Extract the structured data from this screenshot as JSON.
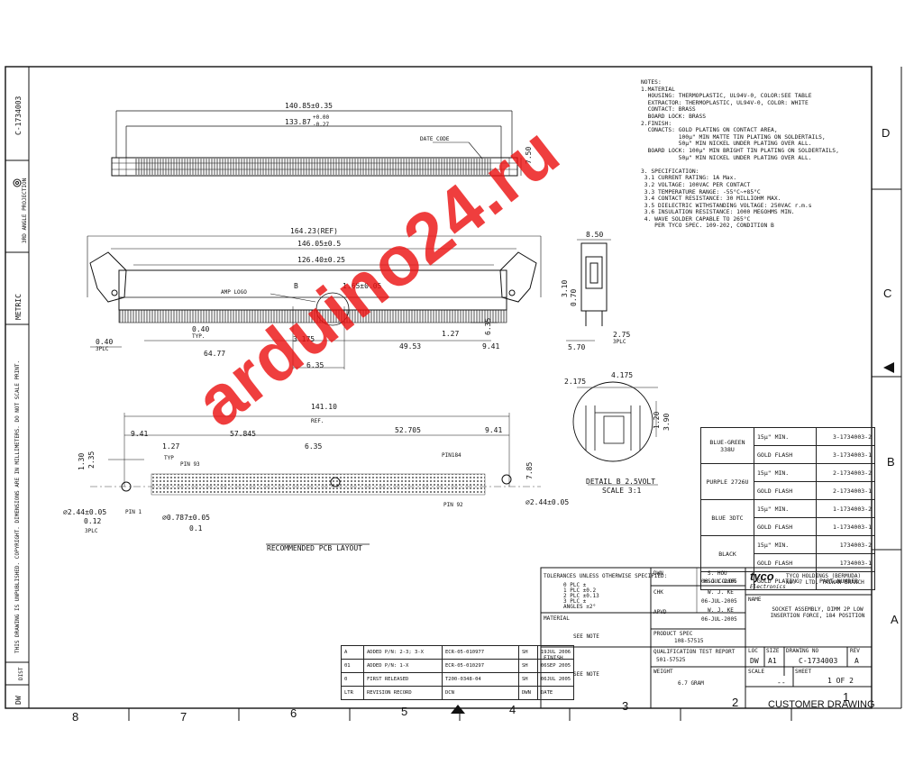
{
  "side_strip": {
    "part_number": "C-1734003",
    "projection": "3RD ANGLE PROJECTION",
    "units": "METRIC",
    "proprietary_note": "THIS DRAWING IS UNPUBLISHED. COPYRIGHT. DIMENSIONS ARE IN MILLIMETERS. DO NOT SCALE PRINT.",
    "dwg_label": "DW",
    "dist_label": "DIST"
  },
  "grid": {
    "rows_right": [
      "D",
      "C",
      "B",
      "A"
    ],
    "cols_bottom": [
      "8",
      "7",
      "6",
      "5",
      "4",
      "3",
      "2",
      "1"
    ]
  },
  "top_view": {
    "dim_overall": "140.85±0.35",
    "dim_inner": "133.87",
    "dim_inner_tol_plus": "+0.00",
    "dim_inner_tol_minus": "-0.27",
    "date_code": "DATE CODE",
    "height": "7.50"
  },
  "front_view": {
    "ref": "164.23(REF)",
    "d1": "146.05±0.5",
    "d2": "126.40±0.25",
    "amp_logo": "AMP LOGO",
    "detail_b": "B",
    "d3": "1.65±0.05",
    "d4": "0.40",
    "typ": "TYP.",
    "d5": "3.175",
    "d6": "1.27",
    "d7": "49.53",
    "d8": "64.77",
    "d9": "6.35",
    "d10": "0.40",
    "splc": "3PLC",
    "d11": "6.35",
    "d12": "9.41"
  },
  "side_view": {
    "d1": "8.50",
    "d2": "3.10",
    "d3": "0.70",
    "d4": "2.75",
    "splc": "3PLC",
    "d5": "5.70"
  },
  "pcb_layout": {
    "total": "141.10",
    "ref": "REF.",
    "d1": "9.41",
    "d2": "57.845",
    "d3": "52.705",
    "d4": "9.41",
    "d5": "1.27",
    "typ": "TYP",
    "d6": "6.35",
    "pin93": "PIN 93",
    "pin184": "PIN184",
    "pin1": "PIN 1",
    "pin92": "PIN 92",
    "d7": "1.30",
    "d8": "2.35",
    "d9": "7.85",
    "hole1": "⌀2.44±0.05",
    "tol1": "0.12",
    "splc": "3PLC",
    "hole2": "⌀0.787±0.05",
    "tol2": "0.1",
    "hole3": "⌀2.44±0.05",
    "caption": "RECOMMENDED PCB LAYOUT"
  },
  "detail_b": {
    "d1": "2.175",
    "d2": "4.175",
    "d3": "1.20",
    "d4": "3.90",
    "caption": "DETAIL B 2.5VOLT",
    "scale": "SCALE 3:1"
  },
  "notes": "NOTES:\n1.MATERIAL\n  HOUSING: THERMOPLASTIC, UL94V-0, COLOR:SEE TABLE\n  EXTRACTOR: THERMOPLASTIC, UL94V-0, COLOR: WHITE\n  CONTACT: BRASS\n  BOARD LOCK: BRASS\n2.FINISH:\n  CONACTS: GOLD PLATING ON CONTACT AREA,\n           100μ\" MIN MATTE TIN PLATING ON SOLDERTAILS,\n           50μ\" MIN NICKEL UNDER PLATING OVER ALL.\n  BOARD LOCK: 100μ\" MIN BRIGHT TIN PLATING ON SOLDERTAILS,\n           50μ\" MIN NICKEL UNDER PLATING OVER ALL.\n\n3. SPECIFICATION:\n 3.1 CURRENT RATING: 1A Max.\n 3.2 VOLTAGE: 100VAC PER CONTACT\n 3.3 TEMPERATURE RANGE: -55°C~+85°C\n 3.4 CONTACT RESISTANCE: 30 MILLIOHM MAX.\n 3.5 DIELECTRIC WITHSTANDING VOLTAGE: 250VAC r.m.s\n 3.6 INSULATION RESISTANCE: 1000 MEGOHMS MIN.\n 4. WAVE SOLDER CAPABLE TO 265°C\n    PER TYCO SPEC. 109-202, CONDITION B",
  "part_table": {
    "rows": [
      {
        "color": "BLUE-GREEN 338U",
        "plating": "15μ\" MIN.",
        "part": "3-1734003-2"
      },
      {
        "color": "",
        "plating": "GOLD FLASH",
        "part": "3-1734003-1"
      },
      {
        "color": "PURPLE 2726U",
        "plating": "15μ\" MIN.",
        "part": "2-1734003-2"
      },
      {
        "color": "",
        "plating": "GOLD FLASH",
        "part": "2-1734003-1"
      },
      {
        "color": "BLUE 3DTC",
        "plating": "15μ\" MIN.",
        "part": "1-1734003-2"
      },
      {
        "color": "",
        "plating": "GOLD FLASH",
        "part": "1-1734003-1"
      },
      {
        "color": "BLACK",
        "plating": "15μ\" MIN.",
        "part": "1734003-2"
      },
      {
        "color": "",
        "plating": "GOLD FLASH",
        "part": "1734003-1"
      }
    ],
    "header": {
      "color": "HSG COLOR",
      "plating": "GOLD PLATING",
      "part": "PART NUMBER"
    }
  },
  "title_block": {
    "tolerances": "TOLERANCES UNLESS OTHERWISE SPECIFIED:",
    "tol_lines": [
      "0 PLC ±",
      "1 PLC ±0.2",
      "2 PLC ±0.13",
      "3 PLC ±",
      "ANGLES ±2°"
    ],
    "dwn": "DWN",
    "dwn_name": "S. HOU",
    "dwn_date": "06-JUL-2005",
    "chk": "CHK",
    "chk_name": "W. J. KE",
    "chk_date": "06-JUL-2005",
    "apvd": "APVD",
    "apvd_name": "W. J. KE",
    "apvd_date": "06-JUL-2005",
    "material": "MATERIAL",
    "see_note1": "SEE NOTE",
    "finish": "FINISH",
    "see_note2": "SEE NOTE",
    "product_spec": "PRODUCT SPEC",
    "product_spec_val": "108-57515",
    "qual_test": "QUALIFICATION TEST REPORT",
    "qual_test_val": "501-57525",
    "weight": "WEIGHT",
    "weight_val": "6.7 GRAM",
    "company": "tyco",
    "company_sub": "Electronics",
    "company_name": "TYCO HOLDINGS (BERMUDA) NO. 7 LTD. TAIWAN BRANCH",
    "name_label": "NAME",
    "name": "SOCKET ASSEMBLY, DIMM 2P LOW INSERTION FORCE, 184 POSITION",
    "loc": "LOC",
    "loc_val": "DW",
    "size": "SIZE",
    "size_val": "A1",
    "drawing_no_label": "DRAWING NO",
    "drawing_no": "C-1734003",
    "rev_label": "REV",
    "rev": "A",
    "scale_label": "SCALE",
    "scale_val": "--",
    "sheet_label": "SHEET",
    "sheet_val": "1 OF 2",
    "customer_drawing": "CUSTOMER DRAWING"
  },
  "revisions": [
    {
      "ltr": "A",
      "desc": "ADDED P/N: 2-3; 3-X",
      "ecr": "ECR-05-010977",
      "dwn": "SH",
      "date": "19JUL 2006"
    },
    {
      "ltr": "01",
      "desc": "ADDED P/N: 1-X",
      "ecr": "ECR-05-010297",
      "dwn": "SH",
      "date": "06SEP 2005"
    },
    {
      "ltr": "0",
      "desc": "FIRST RELEASED",
      "ecr": "T200-0348-04",
      "dwn": "SH",
      "date": "06JUL 2005"
    },
    {
      "ltr": "LTR",
      "desc": "REVISION RECORD",
      "ecr": "DCN",
      "dwn": "DWN",
      "date": "DATE"
    }
  ],
  "watermark": "arduino24.ru"
}
